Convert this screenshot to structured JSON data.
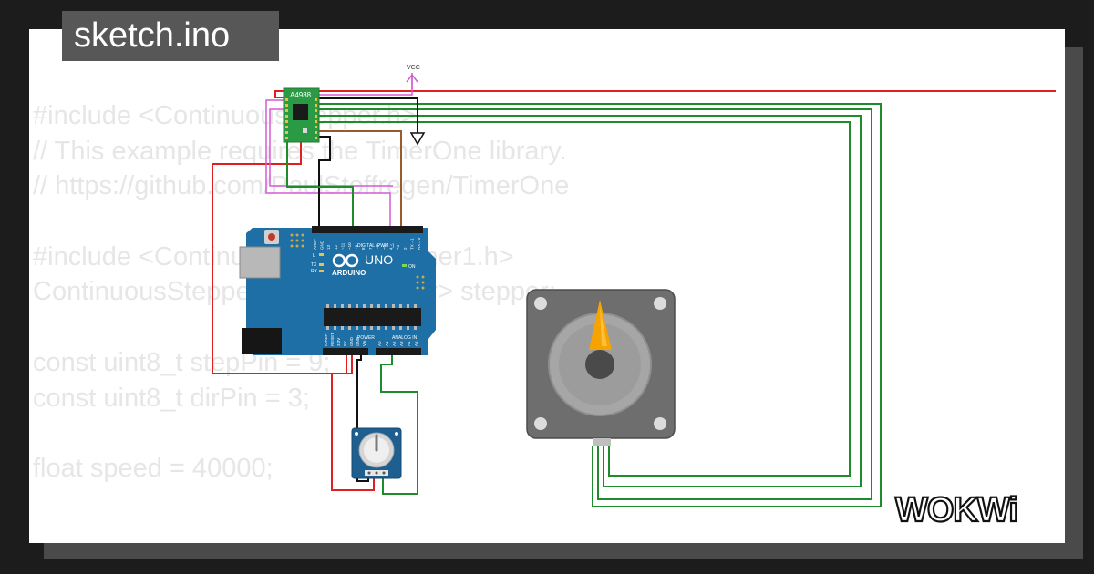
{
  "page": {
    "title": "sketch.ino",
    "background": "#1c1c1d",
    "card_background": "#ffffff",
    "tab_color": "#575757"
  },
  "code_lines": [
    "#include <ContinuousStepper.h>",
    "// This example requires the TimerOne library.",
    "// https://github.com/PaulStoffregen/TimerOne",
    "",
    "#include <ContinuousStepper_Timer1.h>",
    "ContinuousStepper<StepperDriver> stepper;",
    "",
    "const uint8_t stepPin = 9;",
    "const uint8_t dirPin = 3;",
    "",
    "float speed = 40000;"
  ],
  "circuit": {
    "driver_label": "A4988",
    "vcc_label": "VCC",
    "arduino": {
      "model": "UNO",
      "brand": "ARDUINO",
      "digital_header": "DIGITAL (PWM ~)",
      "power_header": "POWER",
      "analog_header": "ANALOG IN",
      "on_label": "ON",
      "l_label": "L",
      "tx_label": "TX",
      "rx_label": "RX",
      "top_pins": [
        "AREF",
        "GND",
        "13",
        "12",
        "~11",
        "~10",
        "~9",
        "8",
        "7",
        "~6",
        "~5",
        "4",
        "~3",
        "2",
        "TX→1",
        "RX←0"
      ],
      "power_pins": [
        "IOREF",
        "RESET",
        "3.3V",
        "5V",
        "GND",
        "GND",
        "Vin"
      ],
      "analog_pins": [
        "A0",
        "A1",
        "A2",
        "A3",
        "A4",
        "A5"
      ]
    },
    "colors": {
      "board_blue": "#1d6fa5",
      "driver_green": "#2b9a44",
      "wire_red": "#e02020",
      "wire_green": "#1e8c2a",
      "wire_black": "#111111",
      "wire_pink": "#e27ee2",
      "wire_brown": "#9b5a2a",
      "motor_needle": "#f5a300"
    },
    "icons": [
      "ground-icon",
      "vcc-icon",
      "potentiometer-icon",
      "stepper-motor-icon",
      "arduino-logo-icon"
    ]
  },
  "brand": {
    "logo_text": "WOKWi"
  }
}
